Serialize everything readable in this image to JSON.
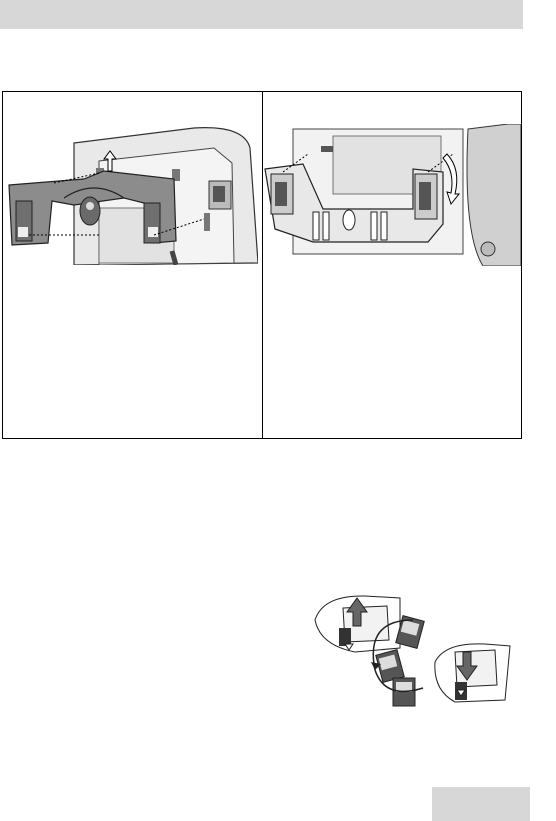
{
  "page": {
    "header_bar": {
      "color": "#d7d7d7"
    },
    "figures": [
      {
        "name": "bracket-attach-illustration",
        "icon": "arrow-up-icon"
      },
      {
        "name": "bracket-rotate-illustration",
        "icon": "arrow-down-curved-icon"
      },
      {
        "name": "belt-clip-illustration",
        "icons": [
          "arrow-up-icon",
          "arrow-down-icon"
        ]
      }
    ],
    "footer_tab": {
      "color": "#d7d7d7",
      "label": ""
    }
  }
}
